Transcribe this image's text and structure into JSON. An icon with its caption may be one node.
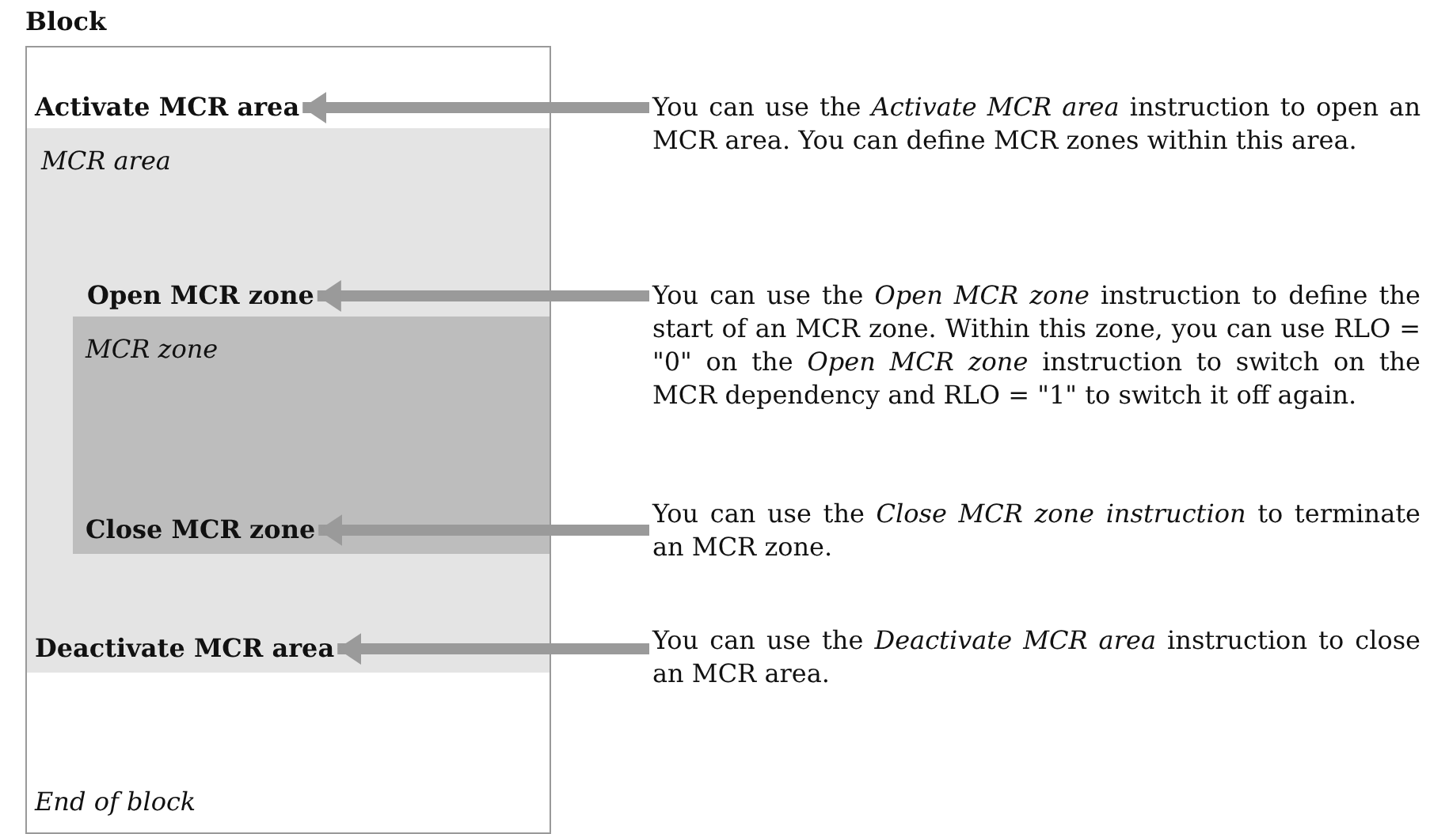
{
  "diagram": {
    "nodes": [
      {
        "text": [
          "Block",
          "End of block"
        ]
      },
      {
        "text": [
          "Activate MCR area"
        ],
        "in": 0
      },
      {
        "text": [
          "MCR area"
        ],
        "in": 0
      },
      {
        "text": [
          "Open MCR zone"
        ],
        "in": 2
      },
      {
        "text": [
          "MCR zone"
        ],
        "in": 2
      },
      {
        "text": [
          "Close MCR zone"
        ],
        "in": 4
      },
      {
        "text": [
          "Deactivate MCR area"
        ],
        "in": 2
      },
      {
        "text": [
          "You can use the *Activate MCR area* instruction to open an MCR area. You can define MCR zones within this area."
        ]
      },
      {
        "text": [
          "You can use the *Open MCR zone* instruction to define the start of an MCR zone. Within this zone, you can use RLO = \"0\" on the *Open MCR zone* instruction to switch on the MCR dependency and RLO = \"1\" to switch it off again."
        ]
      },
      {
        "text": [
          "You can use the *Close MCR zone instruction* to terminate an MCR zone."
        ]
      },
      {
        "text": [
          "You can use the *Deactivate MCR area* instruction to close an MCR area."
        ]
      }
    ],
    "edges": [
      {
        "from": 7,
        "to": 1,
        "arrow": "to"
      },
      {
        "from": 8,
        "to": 3,
        "arrow": "to"
      },
      {
        "from": 9,
        "to": 5,
        "arrow": "to"
      },
      {
        "from": 10,
        "to": 6,
        "arrow": "to"
      }
    ]
  }
}
